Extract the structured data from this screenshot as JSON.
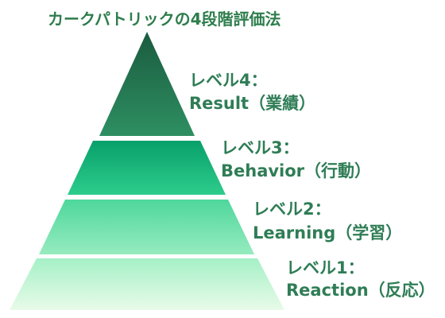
{
  "title": "カークパトリックの4段階評価法",
  "levels": [
    {
      "label": "レベル4：",
      "name": "Result（業績）",
      "color_top": "#1a5b3f",
      "color_bottom": "#2e8f62"
    },
    {
      "label": "レベル3：",
      "name": "Behavior（行動）",
      "color_top": "#08a06a",
      "color_bottom": "#2dcc8c"
    },
    {
      "label": "レベル2：",
      "name": "Learning（学習）",
      "color_top": "#4ed79c",
      "color_bottom": "#96ebbe"
    },
    {
      "label": "レベル1：",
      "name": "Reaction（反応）",
      "color_top": "#a5f0c6",
      "color_bottom": "#e8fbe8"
    }
  ]
}
